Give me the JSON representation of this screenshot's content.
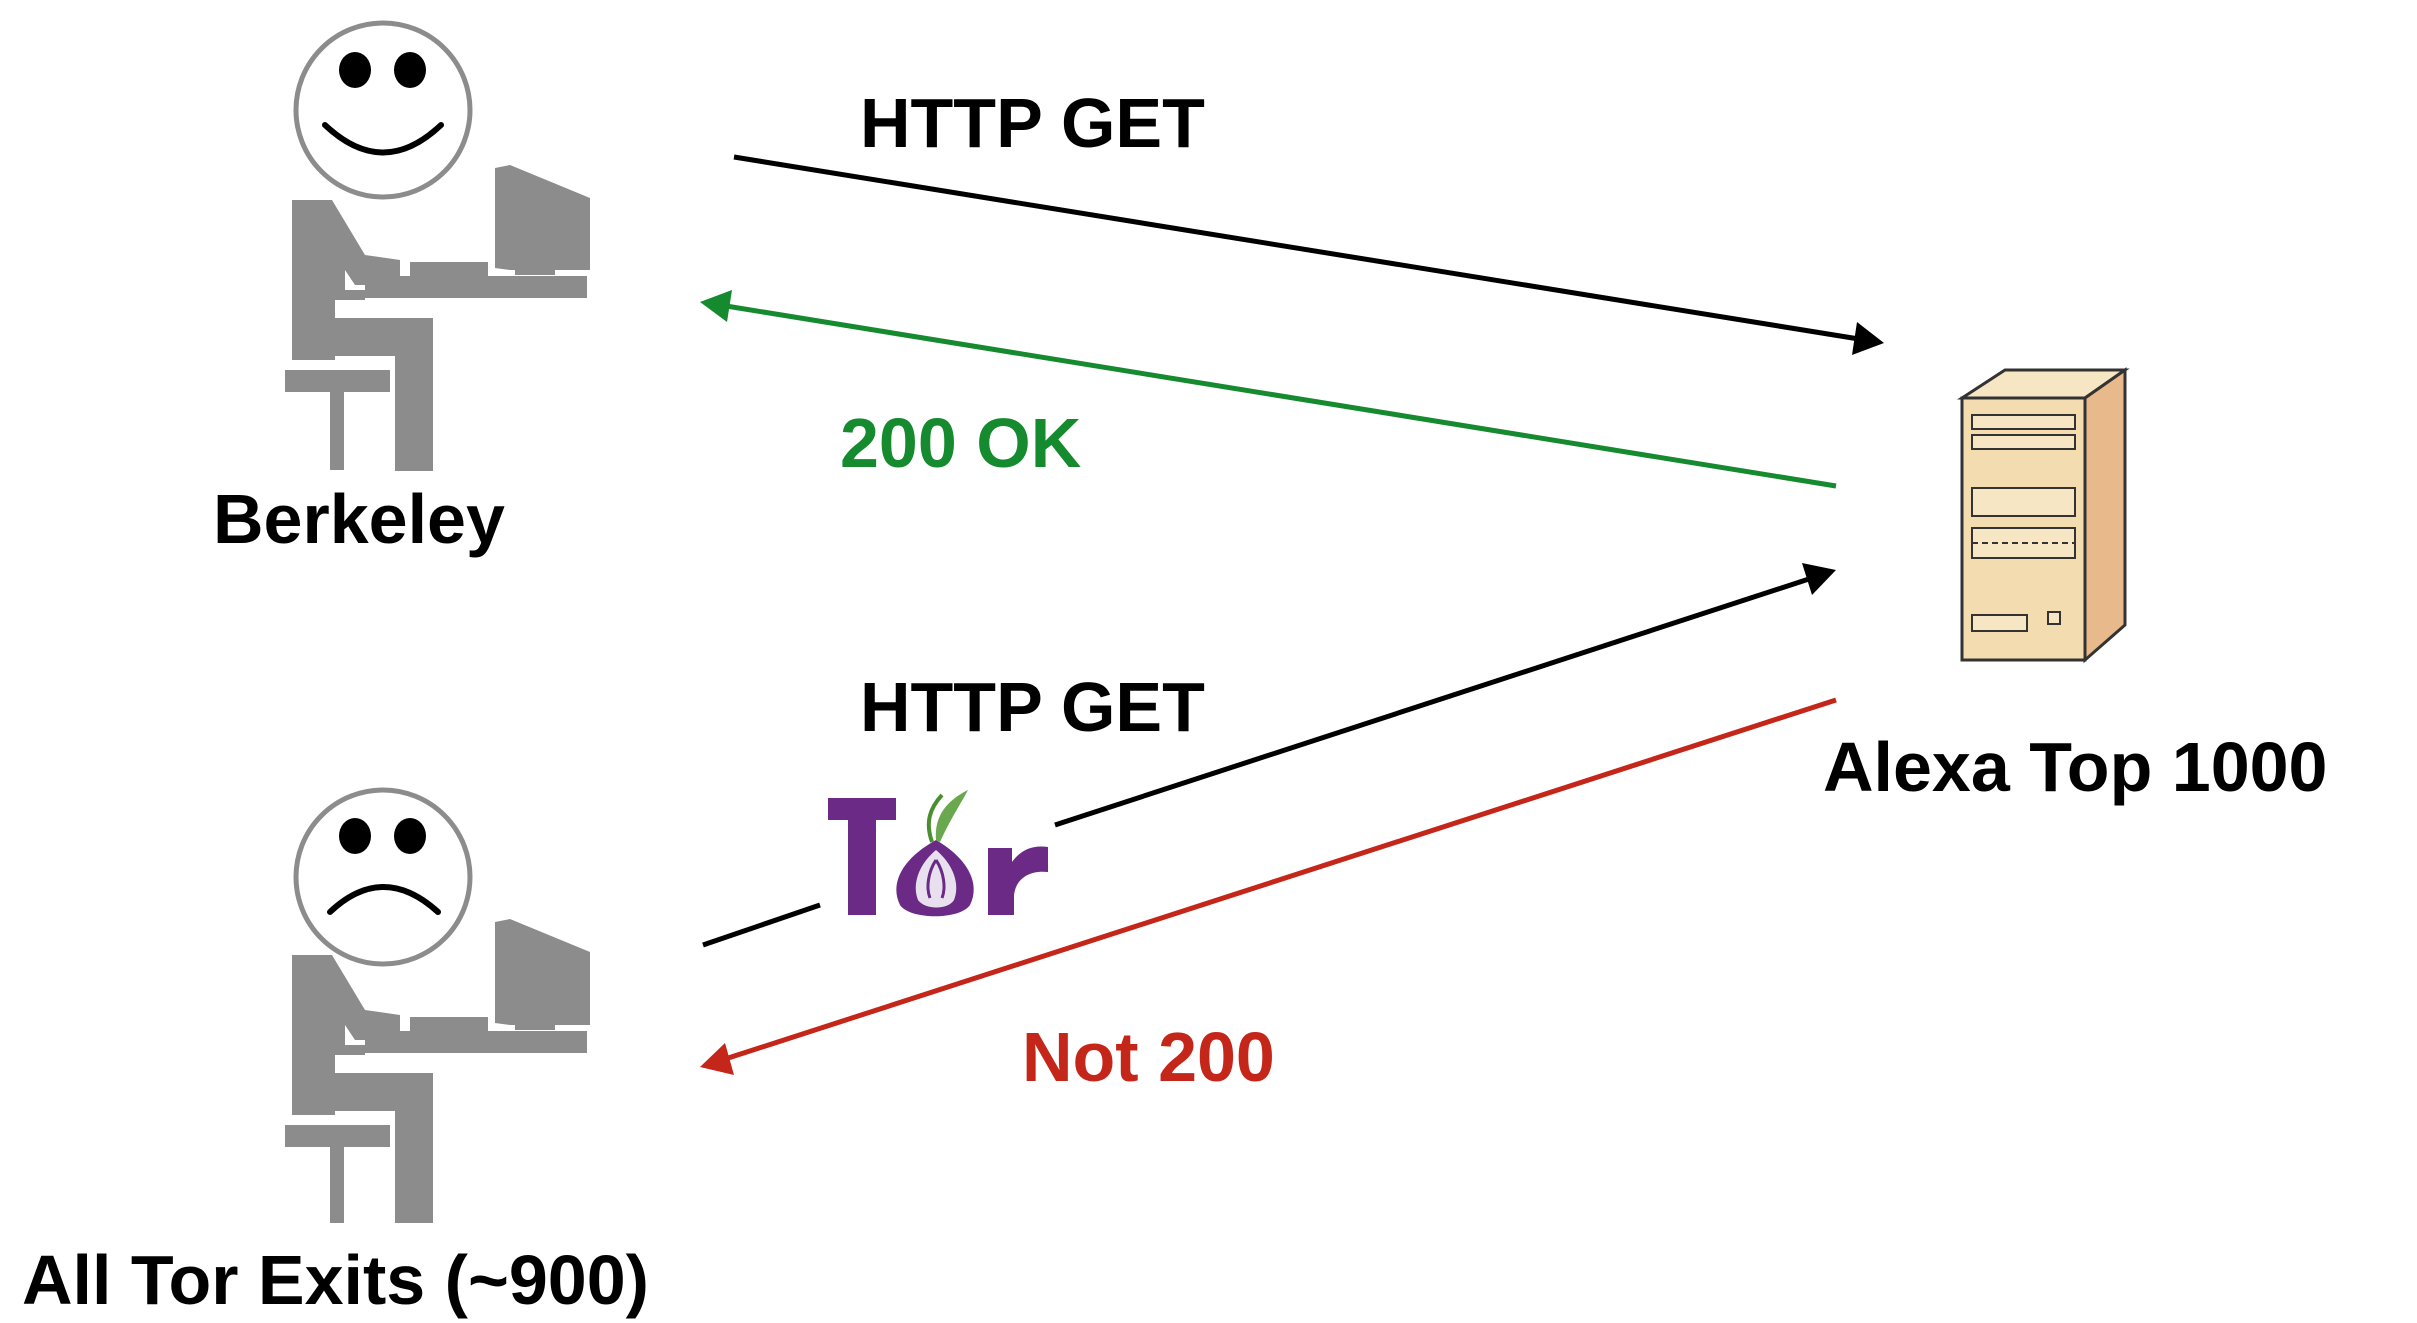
{
  "nodes": {
    "berkeley": {
      "label": "Berkeley",
      "mood": "happy-face"
    },
    "tor_exits": {
      "label": "All Tor Exits (~900)",
      "mood": "sad-face"
    },
    "server": {
      "label": "Alexa Top 1000",
      "icon": "server-tower-icon"
    }
  },
  "edges": {
    "berkeley_request": {
      "label": "HTTP GET",
      "color": "#000000"
    },
    "berkeley_response": {
      "label": "200 OK",
      "color": "#158a2e"
    },
    "tor_request": {
      "label": "HTTP GET",
      "color": "#000000"
    },
    "tor_response": {
      "label": "Not 200",
      "color": "#c4261a"
    }
  },
  "tor_logo": {
    "text": "Tor",
    "icon": "tor-onion-logo",
    "color": "#6a2a86"
  },
  "colors": {
    "figure_gray": "#8c8c8c",
    "server_body": "#f3dcb0",
    "server_side": "#e8b98a"
  }
}
